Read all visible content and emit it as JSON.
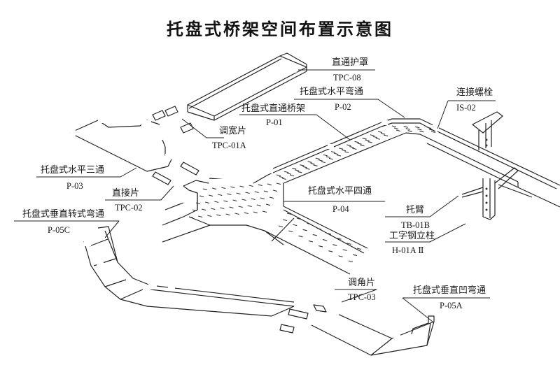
{
  "title": "托盘式桥架空间布置示意图",
  "components": {
    "straight_cover": {
      "name": "直通护罩",
      "code": "TPC-08"
    },
    "horizontal_bend": {
      "name": "托盘式水平弯通",
      "code": "P-02"
    },
    "connecting_bolt": {
      "name": "连接螺栓",
      "code": "IS-02"
    },
    "straight_tray": {
      "name": "托盘式直通桥架",
      "code": "P-01"
    },
    "width_adjust_plate": {
      "name": "调宽片",
      "code": "TPC-01A"
    },
    "horizontal_tee": {
      "name": "托盘式水平三通",
      "code": "P-03"
    },
    "straight_connector": {
      "name": "直接片",
      "code": "TPC-02"
    },
    "horizontal_cross": {
      "name": "托盘式水平四通",
      "code": "P-04"
    },
    "vertical_turn_bend": {
      "name": "托盘式垂直转式弯通",
      "code": "P-05C"
    },
    "bracket_arm": {
      "name": "托臂",
      "code": "TB-01B"
    },
    "i_beam_column": {
      "name": "工字钢立柱",
      "code": "H-01A Ⅱ"
    },
    "angle_adjust_plate": {
      "name": "调角片",
      "code": "TPC-03"
    },
    "vertical_concave_bend": {
      "name": "托盘式垂直凹弯通",
      "code": "P-05A"
    }
  }
}
